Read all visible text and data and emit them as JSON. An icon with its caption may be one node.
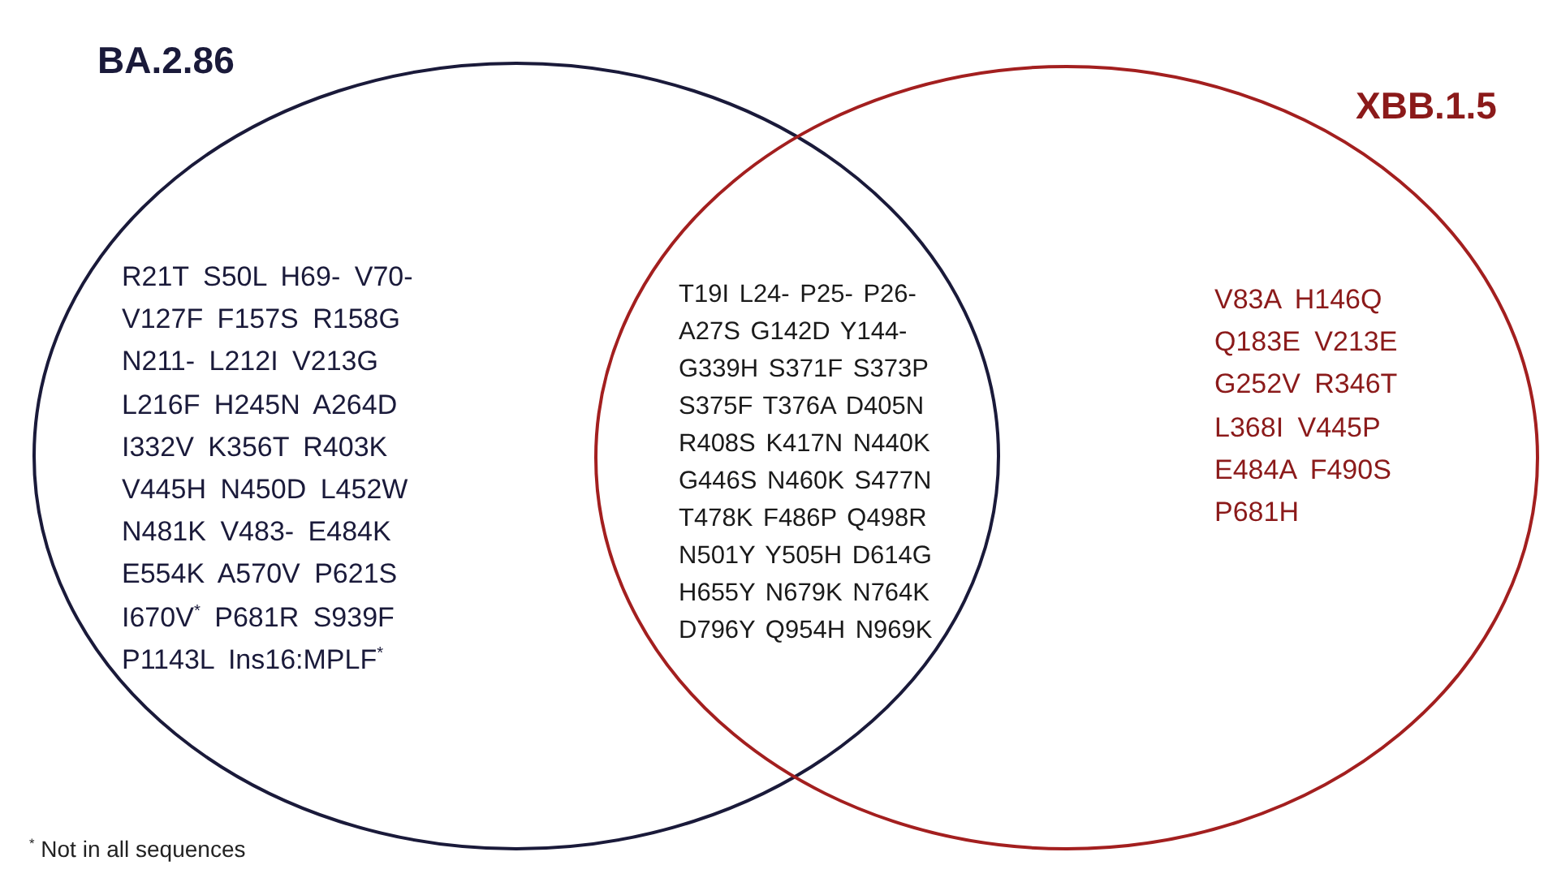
{
  "diagram": {
    "nodes": [
      {
        "text": [
          "BA.2.86",
          "R21T S50L H69- V70- V127F F157S R158G N211- L212I V213G L216F H245N A264D I332V K356T R403K V445H N450D L452W N481K V483- E484K E554K A570V P621S I670V$^{*}$ P681R S939F P1143L Ins16:MPLF$^{*}$"
        ]
      },
      {
        "text": [
          "XBB.1.5",
          "V83A H146Q Q183E V213E G252V R346T L368I V445P E484A F490S P681H"
        ]
      }
    ],
    "labels": [
      "T19I L24- P25- P26- A27S G142D Y144- G339H S371F S373P S375F T376A D405N R408S K417N N440K G446S N460K S477N T478K F486P Q498R N501Y Y505H D614G H655Y N679K N764K D796Y Q954H N969K",
      "$^{*}$ Not in all sequences"
    ]
  }
}
